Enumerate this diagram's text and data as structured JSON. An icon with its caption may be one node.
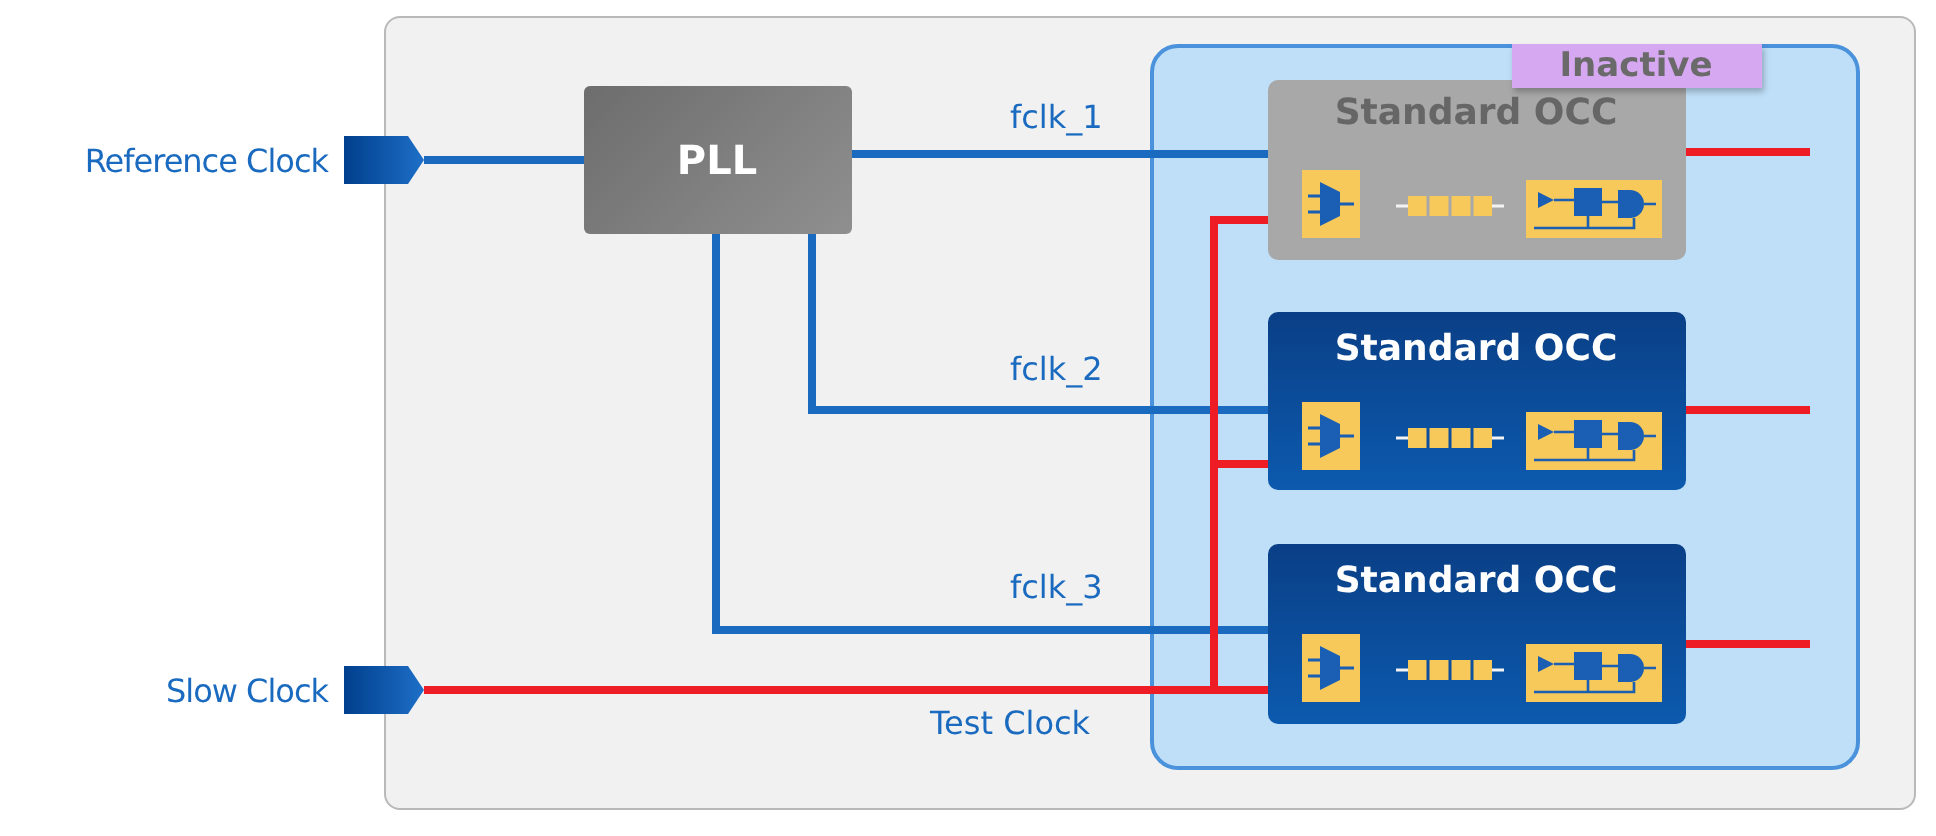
{
  "diagram": {
    "nodes": [
      {
        "text": [],
        "shape": "box"
      },
      {
        "text": [
          "Reference Clock"
        ]
      },
      {
        "text": [
          "Slow Clock"
        ]
      },
      {
        "text": [
          "PLL"
        ],
        "in": 0
      },
      {
        "text": [],
        "shape": "box",
        "in": 0
      },
      {
        "text": [
          "Standard OCC"
        ],
        "in": 4,
        "beside": [
          "Inactive"
        ]
      },
      {
        "text": [
          "Standard OCC"
        ],
        "in": 4
      },
      {
        "text": [
          "Standard OCC"
        ],
        "in": 4
      }
    ],
    "edges": [
      {
        "from": 1,
        "to": 3,
        "arrow": "none",
        "color": "#1a6bbf"
      },
      {
        "from": 3,
        "to": 5,
        "arrow": "none",
        "label": "fclk_1",
        "color": "#1a6bbf"
      },
      {
        "from": 3,
        "to": 6,
        "arrow": "none",
        "label": "fclk_2",
        "color": "#1a6bbf"
      },
      {
        "from": 3,
        "to": 7,
        "arrow": "none",
        "label": "fclk_3",
        "color": "#1a6bbf"
      },
      {
        "from": 2,
        "to": 5,
        "arrow": "none"
      },
      {
        "from": 2,
        "to": 6,
        "arrow": "none"
      },
      {
        "from": 2,
        "to": 7,
        "arrow": "none",
        "label": "Test Clock"
      },
      {
        "from": 5,
        "to": null,
        "arrow": "none"
      },
      {
        "from": 6,
        "to": null,
        "arrow": "none"
      },
      {
        "from": 7,
        "to": null,
        "arrow": "none"
      }
    ]
  }
}
